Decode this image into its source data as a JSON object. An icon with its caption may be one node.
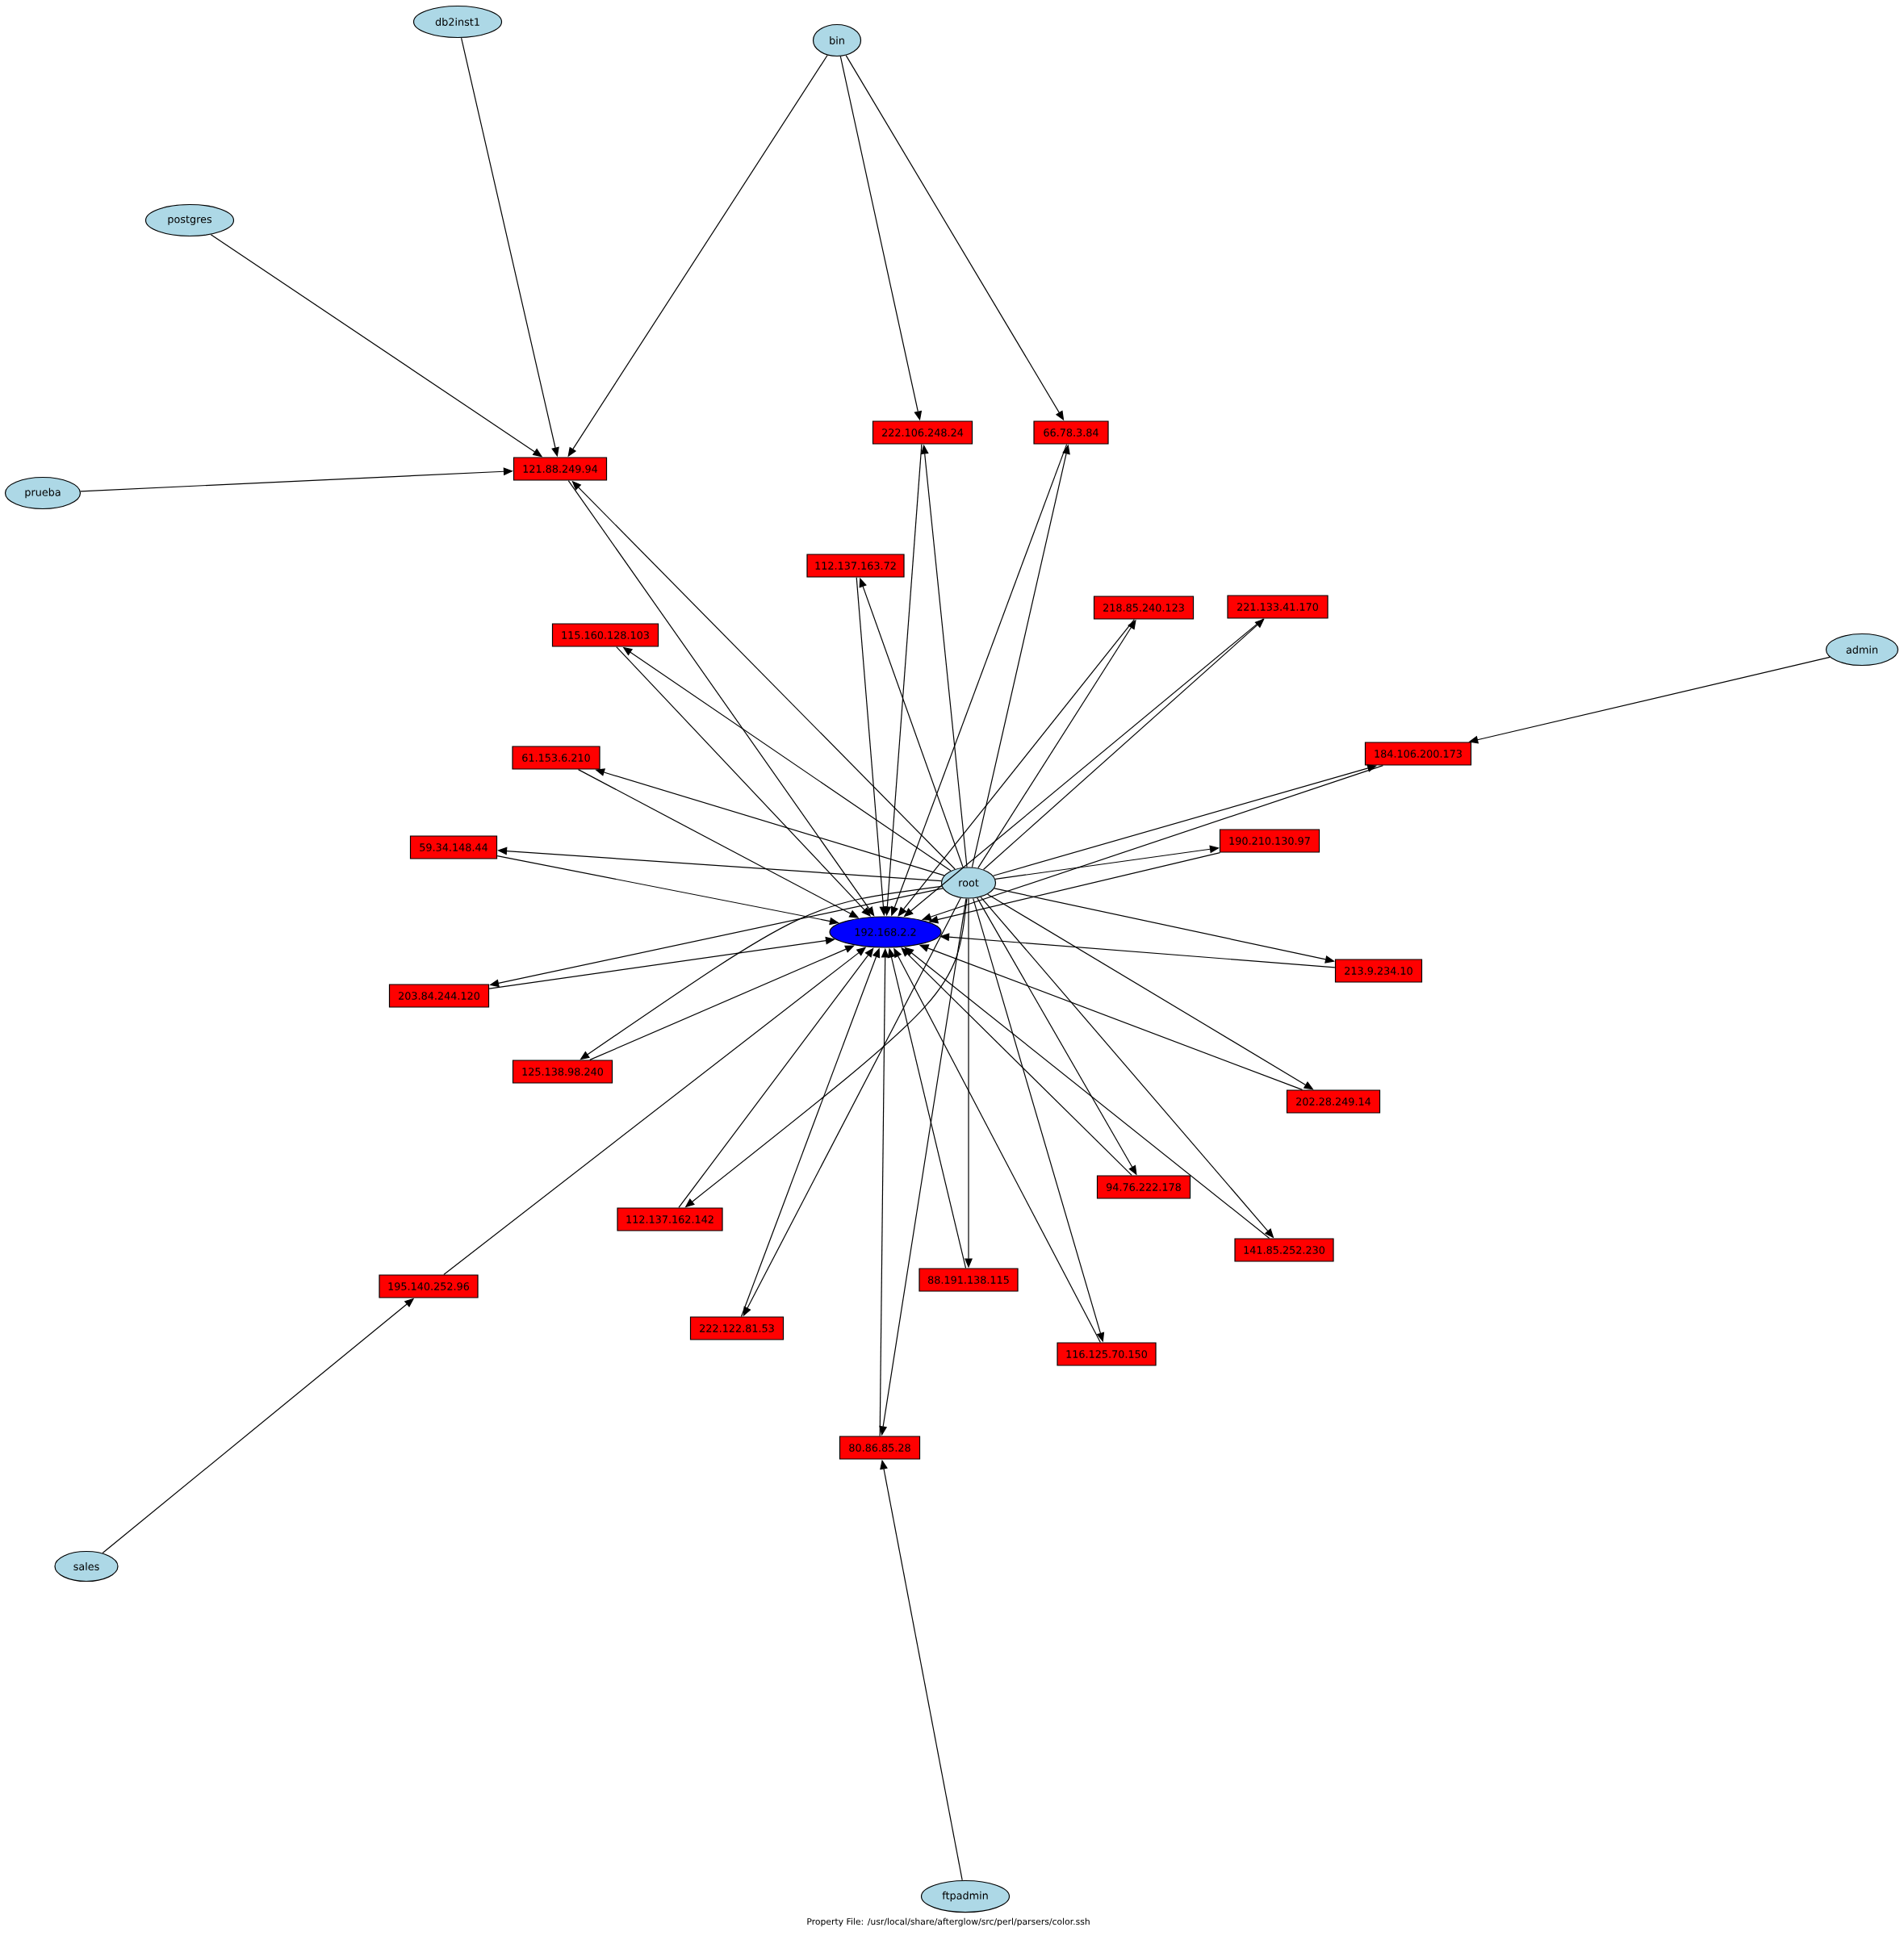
{
  "diagram": {
    "caption": "Property File: /usr/local/share/afterglow/src/perl/parsers/color.ssh",
    "nodes": [
      {
        "text": [
          "db2inst1"
        ]
      },
      {
        "text": [
          "bin"
        ]
      },
      {
        "text": [
          "postgres"
        ]
      },
      {
        "text": [
          "222.106.248.24"
        ]
      },
      {
        "text": [
          "66.78.3.84"
        ]
      },
      {
        "text": [
          "121.88.249.94"
        ]
      },
      {
        "text": [
          "prueba"
        ]
      },
      {
        "text": [
          "112.137.163.72"
        ]
      },
      {
        "text": [
          "218.85.240.123"
        ]
      },
      {
        "text": [
          "221.133.41.170"
        ]
      },
      {
        "text": [
          "115.160.128.103"
        ]
      },
      {
        "text": [
          "admin"
        ]
      },
      {
        "text": [
          "184.106.200.173"
        ]
      },
      {
        "text": [
          "61.153.6.210"
        ]
      },
      {
        "text": [
          "190.210.130.97"
        ]
      },
      {
        "text": [
          "59.34.148.44"
        ]
      },
      {
        "text": [
          "root"
        ]
      },
      {
        "text": [
          "192.168.2.2"
        ]
      },
      {
        "text": [
          "213.9.234.10"
        ]
      },
      {
        "text": [
          "203.84.244.120"
        ]
      },
      {
        "text": [
          "125.138.98.240"
        ]
      },
      {
        "text": [
          "202.28.249.14"
        ]
      },
      {
        "text": [
          "94.76.222.178"
        ]
      },
      {
        "text": [
          "112.137.162.142"
        ]
      },
      {
        "text": [
          "141.85.252.230"
        ]
      },
      {
        "text": [
          "88.191.138.115"
        ]
      },
      {
        "text": [
          "195.140.252.96"
        ]
      },
      {
        "text": [
          "222.122.81.53"
        ]
      },
      {
        "text": [
          "116.125.70.150"
        ]
      },
      {
        "text": [
          "80.86.85.28"
        ]
      },
      {
        "text": [
          "sales"
        ]
      },
      {
        "text": [
          "ftpadmin"
        ]
      }
    ],
    "edges": [
      {
        "from": 0,
        "to": 5,
        "arrow": "to"
      },
      {
        "from": 1,
        "to": 5,
        "arrow": "to"
      },
      {
        "from": 1,
        "to": 3,
        "arrow": "to"
      },
      {
        "from": 1,
        "to": 4,
        "arrow": "to"
      },
      {
        "from": 2,
        "to": 5,
        "arrow": "to"
      },
      {
        "from": 6,
        "to": 5,
        "arrow": "to"
      },
      {
        "from": 11,
        "to": 12,
        "arrow": "to"
      },
      {
        "from": 30,
        "to": 26,
        "arrow": "to"
      },
      {
        "from": 31,
        "to": 29,
        "arrow": "to"
      },
      {
        "from": 16,
        "to": 3,
        "arrow": "to"
      },
      {
        "from": 16,
        "to": 4,
        "arrow": "to"
      },
      {
        "from": 16,
        "to": 5,
        "arrow": "to"
      },
      {
        "from": 16,
        "to": 7,
        "arrow": "to"
      },
      {
        "from": 16,
        "to": 8,
        "arrow": "to"
      },
      {
        "from": 16,
        "to": 9,
        "arrow": "to"
      },
      {
        "from": 16,
        "to": 10,
        "arrow": "to"
      },
      {
        "from": 16,
        "to": 12,
        "arrow": "to"
      },
      {
        "from": 16,
        "to": 13,
        "arrow": "to"
      },
      {
        "from": 16,
        "to": 14,
        "arrow": "to"
      },
      {
        "from": 16,
        "to": 15,
        "arrow": "to"
      },
      {
        "from": 16,
        "to": 18,
        "arrow": "to"
      },
      {
        "from": 16,
        "to": 19,
        "arrow": "to"
      },
      {
        "from": 16,
        "to": 20,
        "arrow": "to"
      },
      {
        "from": 16,
        "to": 21,
        "arrow": "to"
      },
      {
        "from": 16,
        "to": 22,
        "arrow": "to"
      },
      {
        "from": 16,
        "to": 23,
        "arrow": "to"
      },
      {
        "from": 16,
        "to": 24,
        "arrow": "to"
      },
      {
        "from": 16,
        "to": 25,
        "arrow": "to"
      },
      {
        "from": 16,
        "to": 27,
        "arrow": "to"
      },
      {
        "from": 16,
        "to": 28,
        "arrow": "to"
      },
      {
        "from": 16,
        "to": 29,
        "arrow": "to"
      },
      {
        "from": 3,
        "to": 17,
        "arrow": "to"
      },
      {
        "from": 4,
        "to": 17,
        "arrow": "to"
      },
      {
        "from": 5,
        "to": 17,
        "arrow": "to"
      },
      {
        "from": 7,
        "to": 17,
        "arrow": "to"
      },
      {
        "from": 8,
        "to": 17,
        "arrow": "to"
      },
      {
        "from": 9,
        "to": 17,
        "arrow": "to"
      },
      {
        "from": 10,
        "to": 17,
        "arrow": "to"
      },
      {
        "from": 12,
        "to": 17,
        "arrow": "to"
      },
      {
        "from": 13,
        "to": 17,
        "arrow": "to"
      },
      {
        "from": 14,
        "to": 17,
        "arrow": "to"
      },
      {
        "from": 15,
        "to": 17,
        "arrow": "to"
      },
      {
        "from": 18,
        "to": 17,
        "arrow": "to"
      },
      {
        "from": 19,
        "to": 17,
        "arrow": "to"
      },
      {
        "from": 20,
        "to": 17,
        "arrow": "to"
      },
      {
        "from": 21,
        "to": 17,
        "arrow": "to"
      },
      {
        "from": 22,
        "to": 17,
        "arrow": "to"
      },
      {
        "from": 23,
        "to": 17,
        "arrow": "to"
      },
      {
        "from": 24,
        "to": 17,
        "arrow": "to"
      },
      {
        "from": 25,
        "to": 17,
        "arrow": "to"
      },
      {
        "from": 26,
        "to": 17,
        "arrow": "to"
      },
      {
        "from": 27,
        "to": 17,
        "arrow": "to"
      },
      {
        "from": 28,
        "to": 17,
        "arrow": "to"
      },
      {
        "from": 29,
        "to": 17,
        "arrow": "to"
      }
    ]
  }
}
